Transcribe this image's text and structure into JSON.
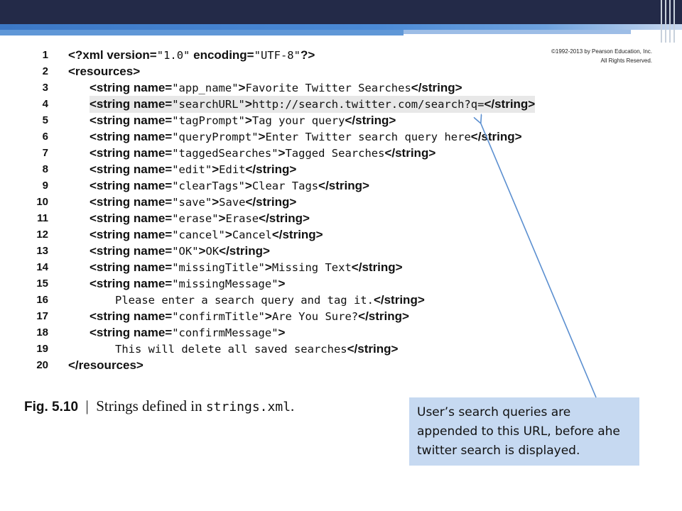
{
  "copyright": "©1992-2013 by Pearson Education, Inc. All Rights Reserved.",
  "code": {
    "lines": [
      {
        "n": "1",
        "indent": 0,
        "parts": [
          {
            "k": "tag",
            "t": "<?xml version="
          },
          {
            "k": "val",
            "t": "\"1.0\""
          },
          {
            "k": "tag",
            "t": " encoding="
          },
          {
            "k": "val",
            "t": "\"UTF-8\""
          },
          {
            "k": "tag",
            "t": "?>"
          }
        ]
      },
      {
        "n": "2",
        "indent": 0,
        "parts": [
          {
            "k": "tag",
            "t": "<resources>"
          }
        ]
      },
      {
        "n": "3",
        "indent": 1,
        "parts": [
          {
            "k": "tag",
            "t": "<string name="
          },
          {
            "k": "val",
            "t": "\"app_name\""
          },
          {
            "k": "tag",
            "t": ">"
          },
          {
            "k": "val",
            "t": "Favorite Twitter Searches"
          },
          {
            "k": "tag",
            "t": "</string>"
          }
        ]
      },
      {
        "n": "4",
        "indent": 1,
        "highlight": true,
        "parts": [
          {
            "k": "tag",
            "t": "<string name="
          },
          {
            "k": "val",
            "t": "\"searchURL\""
          },
          {
            "k": "tag",
            "t": ">"
          },
          {
            "k": "val",
            "t": "http://search.twitter.com/search?q="
          },
          {
            "k": "tag",
            "t": "</string>"
          }
        ]
      },
      {
        "n": "5",
        "indent": 1,
        "parts": [
          {
            "k": "tag",
            "t": "<string name="
          },
          {
            "k": "val",
            "t": "\"tagPrompt\""
          },
          {
            "k": "tag",
            "t": ">"
          },
          {
            "k": "val",
            "t": "Tag your query"
          },
          {
            "k": "tag",
            "t": "</string>"
          }
        ]
      },
      {
        "n": "6",
        "indent": 1,
        "parts": [
          {
            "k": "tag",
            "t": "<string name="
          },
          {
            "k": "val",
            "t": "\"queryPrompt\""
          },
          {
            "k": "tag",
            "t": ">"
          },
          {
            "k": "val",
            "t": "Enter Twitter search query here"
          },
          {
            "k": "tag",
            "t": "</string>"
          }
        ]
      },
      {
        "n": "7",
        "indent": 1,
        "parts": [
          {
            "k": "tag",
            "t": "<string name="
          },
          {
            "k": "val",
            "t": "\"taggedSearches\""
          },
          {
            "k": "tag",
            "t": ">"
          },
          {
            "k": "val",
            "t": "Tagged Searches"
          },
          {
            "k": "tag",
            "t": "</string>"
          }
        ]
      },
      {
        "n": "8",
        "indent": 1,
        "parts": [
          {
            "k": "tag",
            "t": "<string name="
          },
          {
            "k": "val",
            "t": "\"edit\""
          },
          {
            "k": "tag",
            "t": ">"
          },
          {
            "k": "val",
            "t": "Edit"
          },
          {
            "k": "tag",
            "t": "</string>"
          }
        ]
      },
      {
        "n": "9",
        "indent": 1,
        "parts": [
          {
            "k": "tag",
            "t": "<string name="
          },
          {
            "k": "val",
            "t": "\"clearTags\""
          },
          {
            "k": "tag",
            "t": ">"
          },
          {
            "k": "val",
            "t": "Clear Tags"
          },
          {
            "k": "tag",
            "t": "</string>"
          }
        ]
      },
      {
        "n": "10",
        "indent": 1,
        "parts": [
          {
            "k": "tag",
            "t": "<string name="
          },
          {
            "k": "val",
            "t": "\"save\""
          },
          {
            "k": "tag",
            "t": ">"
          },
          {
            "k": "val",
            "t": "Save"
          },
          {
            "k": "tag",
            "t": "</string>"
          }
        ]
      },
      {
        "n": "11",
        "indent": 1,
        "parts": [
          {
            "k": "tag",
            "t": "<string name="
          },
          {
            "k": "val",
            "t": "\"erase\""
          },
          {
            "k": "tag",
            "t": ">"
          },
          {
            "k": "val",
            "t": "Erase"
          },
          {
            "k": "tag",
            "t": "</string>"
          }
        ]
      },
      {
        "n": "12",
        "indent": 1,
        "parts": [
          {
            "k": "tag",
            "t": "<string name="
          },
          {
            "k": "val",
            "t": "\"cancel\""
          },
          {
            "k": "tag",
            "t": ">"
          },
          {
            "k": "val",
            "t": "Cancel"
          },
          {
            "k": "tag",
            "t": "</string>"
          }
        ]
      },
      {
        "n": "13",
        "indent": 1,
        "parts": [
          {
            "k": "tag",
            "t": "<string name="
          },
          {
            "k": "val",
            "t": "\"OK\""
          },
          {
            "k": "tag",
            "t": ">"
          },
          {
            "k": "val",
            "t": "OK"
          },
          {
            "k": "tag",
            "t": "</string>"
          }
        ]
      },
      {
        "n": "14",
        "indent": 1,
        "parts": [
          {
            "k": "tag",
            "t": "<string name="
          },
          {
            "k": "val",
            "t": "\"missingTitle\""
          },
          {
            "k": "tag",
            "t": ">"
          },
          {
            "k": "val",
            "t": "Missing Text"
          },
          {
            "k": "tag",
            "t": "</string>"
          }
        ]
      },
      {
        "n": "15",
        "indent": 1,
        "parts": [
          {
            "k": "tag",
            "t": "<string name="
          },
          {
            "k": "val",
            "t": "\"missingMessage\""
          },
          {
            "k": "tag",
            "t": ">"
          }
        ]
      },
      {
        "n": "16",
        "indent": 2,
        "parts": [
          {
            "k": "val",
            "t": "Please enter a search query and tag it."
          },
          {
            "k": "tag",
            "t": "</string>"
          }
        ]
      },
      {
        "n": "17",
        "indent": 1,
        "parts": [
          {
            "k": "tag",
            "t": "<string name="
          },
          {
            "k": "val",
            "t": "\"confirmTitle\""
          },
          {
            "k": "tag",
            "t": ">"
          },
          {
            "k": "val",
            "t": "Are You Sure?"
          },
          {
            "k": "tag",
            "t": "</string>"
          }
        ]
      },
      {
        "n": "18",
        "indent": 1,
        "parts": [
          {
            "k": "tag",
            "t": "<string name="
          },
          {
            "k": "val",
            "t": "\"confirmMessage\""
          },
          {
            "k": "tag",
            "t": ">"
          }
        ]
      },
      {
        "n": "19",
        "indent": 2,
        "parts": [
          {
            "k": "val",
            "t": "This will delete all saved searches"
          },
          {
            "k": "tag",
            "t": "</string>"
          }
        ]
      },
      {
        "n": "20",
        "indent": 0,
        "parts": [
          {
            "k": "tag",
            "t": "</resources>"
          }
        ]
      }
    ]
  },
  "caption": {
    "figure": "Fig. 5.10",
    "separator": "|",
    "text": "Strings defined in",
    "filename": "strings.xml",
    "period": "."
  },
  "callout": {
    "text": "User’s search queries are appended to this URL, before ahe twitter search is displayed."
  },
  "colors": {
    "topbar": "#232a48",
    "stripe": "#4b8ad6",
    "callout_bg": "#c6d9f1",
    "arrow": "#5b8fd0"
  }
}
